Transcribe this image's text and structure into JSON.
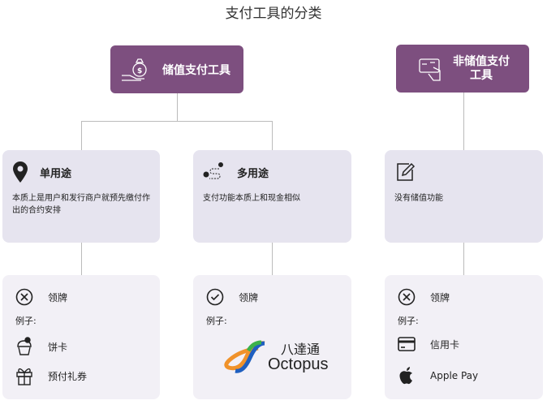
{
  "title": "支付工具的分类",
  "stored_value": {
    "label": "储值支付工具",
    "icon": "money-bag-hand-icon"
  },
  "non_stored_value": {
    "label_line1": "非储值支付",
    "label_line2": "工具",
    "icon": "card-hand-icon"
  },
  "single_purpose": {
    "title": "单用途",
    "desc": "本质上是用户和发行商户就预先缴付作出的合约安排",
    "license": "领牌",
    "license_icon": "x-circle-icon",
    "examples_label": "例子:",
    "examples": [
      "饼卡",
      "预付礼券"
    ]
  },
  "multi_purpose": {
    "title": "多用途",
    "desc": "支付功能本质上和现金相似",
    "license": "领牌",
    "license_icon": "check-circle-icon",
    "examples_label": "例子:",
    "logo": {
      "chinese": "八達通",
      "english": "Octopus"
    }
  },
  "non_stored": {
    "desc": "没有储值功能",
    "license": "领牌",
    "license_icon": "x-circle-icon",
    "examples_label": "例子:",
    "examples": [
      "信用卡",
      "Apple Pay"
    ]
  },
  "colors": {
    "header": "#7d4f7f",
    "card_mid": "#e6e4ef",
    "card_low": "#f2f0f6"
  }
}
